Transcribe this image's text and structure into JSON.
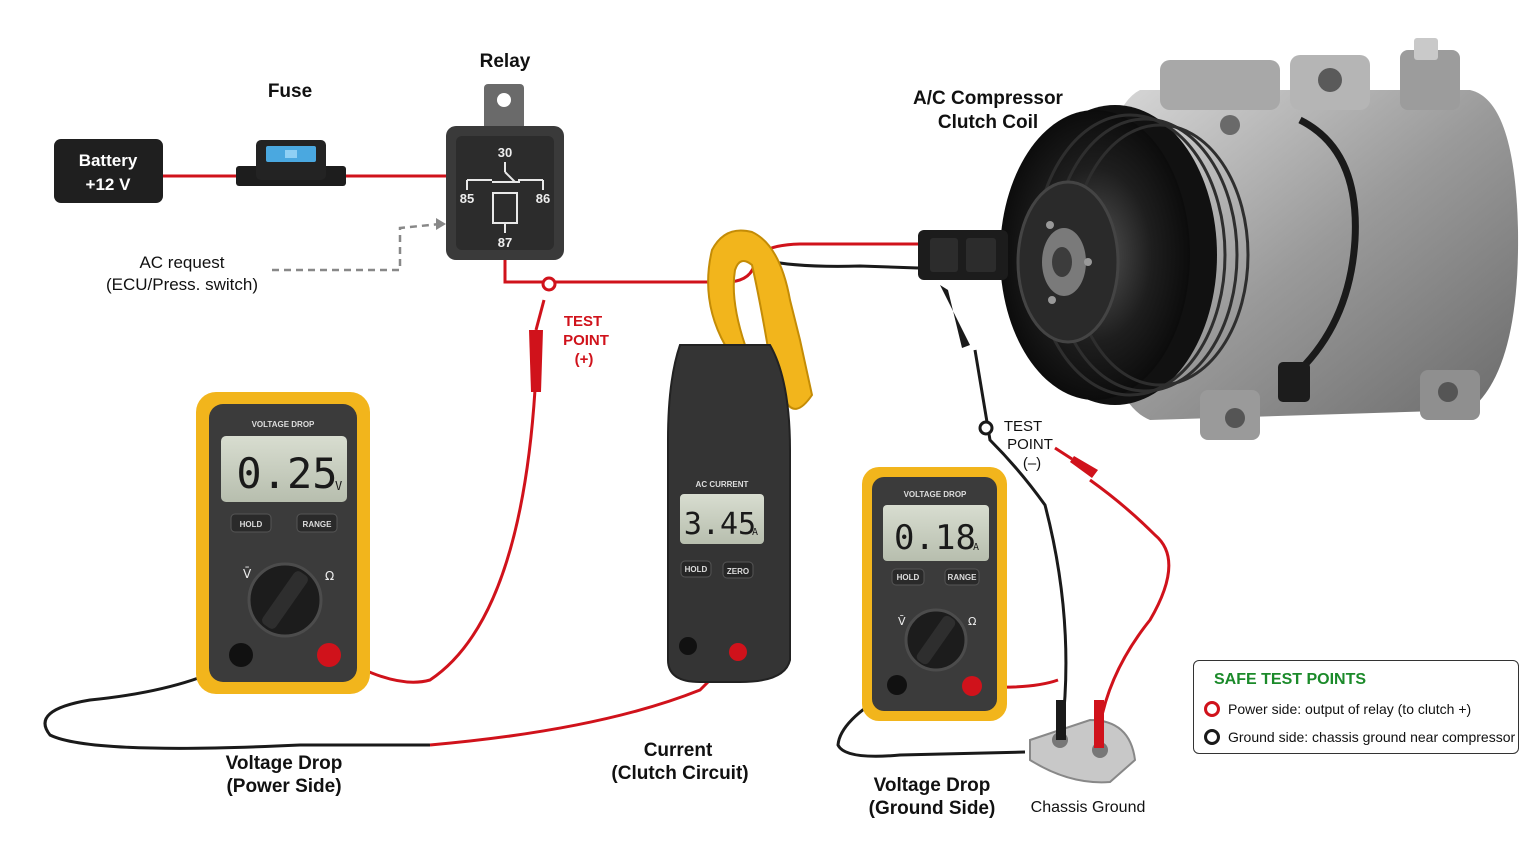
{
  "labels": {
    "fuse": "Fuse",
    "relay": "Relay",
    "battery_line1": "Battery",
    "battery_line2": "+12 V",
    "ac_request_line1": "AC request",
    "ac_request_line2": "(ECU/Press. switch)",
    "compressor_line1": "A/C Compressor",
    "compressor_line2": "Clutch Coil",
    "chassis_ground": "Chassis Ground"
  },
  "relay_pins": {
    "p30": "30",
    "p85": "85",
    "p86": "86",
    "p87": "87"
  },
  "test_point_pos": {
    "line1": "TEST",
    "line2": "POINT",
    "line3": "(+)"
  },
  "test_point_neg": {
    "line1": "TEST",
    "line2": "POINT",
    "line3": "(–)"
  },
  "meters": {
    "left": {
      "title": "VOLTAGE DROP",
      "reading": "0.25",
      "unit": "V",
      "btn1": "HOLD",
      "btn2": "RANGE",
      "caption_line1": "Voltage Drop",
      "caption_line2": "(Power Side)"
    },
    "clamp": {
      "title": "AC CURRENT",
      "reading": "3.45",
      "unit": "A",
      "btn1": "HOLD",
      "btn2": "ZERO",
      "caption_line1": "Current",
      "caption_line2": "(Clutch Circuit)"
    },
    "right": {
      "title": "VOLTAGE DROP",
      "reading": "0.18",
      "unit": "A",
      "btn1": "HOLD",
      "btn2": "RANGE",
      "caption_line1": "Voltage Drop",
      "caption_line2": "(Ground Side)"
    }
  },
  "legend": {
    "title": "SAFE TEST POINTS",
    "item1": "Power side: output of relay (to clutch +)",
    "item2": "Ground side: chassis ground near compressor"
  },
  "colors": {
    "wire_red": "#d0121b",
    "wire_black": "#1a1a1a",
    "meter_yellow": "#f2b51c",
    "legend_title": "#1b8a2a"
  }
}
